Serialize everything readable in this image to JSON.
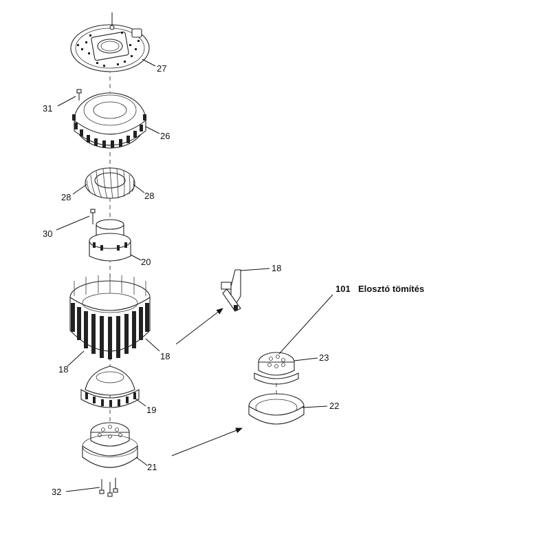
{
  "callout_title": {
    "number": "101",
    "text": "Elosztó tömítés"
  },
  "labels": {
    "l27": "27",
    "l31": "31",
    "l26": "26",
    "l28a": "28",
    "l28b": "28",
    "l30": "30",
    "l20": "20",
    "l18a": "18",
    "l18b": "18",
    "l18c": "18",
    "l23": "23",
    "l19": "19",
    "l22": "22",
    "l21": "21",
    "l32": "32"
  }
}
